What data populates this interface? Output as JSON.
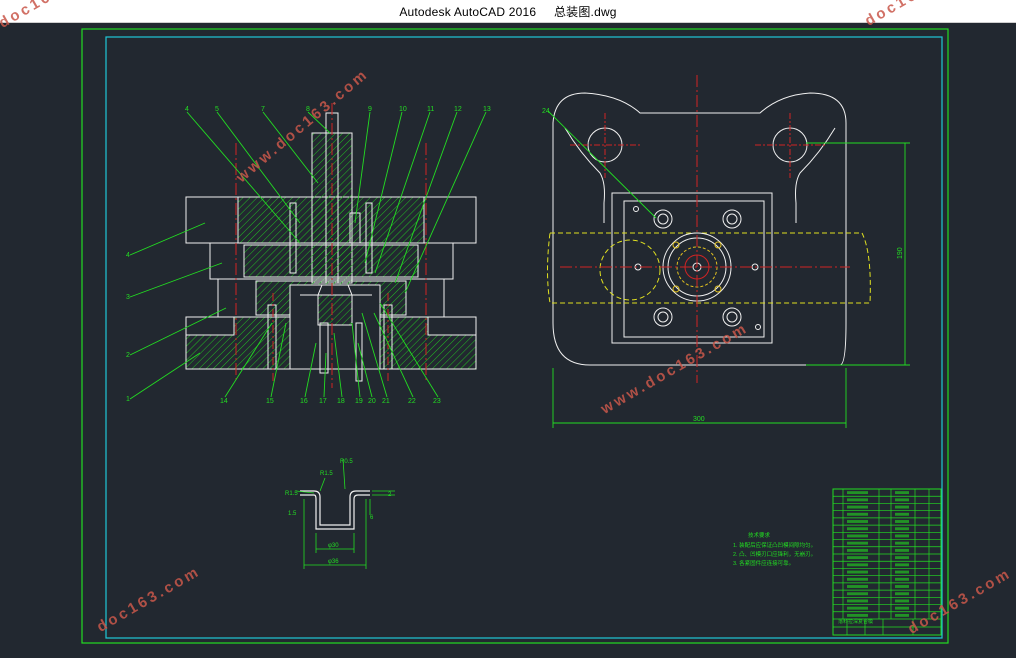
{
  "window": {
    "title": "Autodesk AutoCAD 2016     总装图.dwg"
  },
  "watermark": {
    "text": "www.doc163.com",
    "short": "doc163.com",
    "color": "#c9584b"
  },
  "colors": {
    "background": "#222830",
    "outer_border": "#22dd22",
    "inner_border": "#20c8d8",
    "geometry": "#f0f0f0",
    "hatch": "#22c022",
    "centerline": "#d02424",
    "leader": "#22dd22",
    "hidden": "#e0e020",
    "hole_yellow": "#e0c020"
  },
  "assembly_drawing": {
    "balloons_top": [
      "4",
      "5",
      "7",
      "8",
      "9",
      "10",
      "11",
      "12",
      "13"
    ],
    "balloons_left": [
      "4",
      "3",
      "2",
      "1"
    ],
    "balloons_bottom": [
      "14",
      "15",
      "16",
      "17",
      "18",
      "19",
      "20",
      "21",
      "22",
      "23"
    ]
  },
  "plan_view": {
    "balloon": "24",
    "dim_width": "300",
    "dim_height": "190"
  },
  "part_detail": {
    "labels": [
      "R1.5",
      "R0.5",
      "R1.5",
      "1.5",
      "2",
      "6",
      "φ30",
      "φ36"
    ]
  },
  "technical_requirements": {
    "title": "技术要求",
    "items": [
      "1. 装配后应保证凸凹模间隙均匀。",
      "2. 凸、凹模刃口应锋利，无崩刃。",
      "3. 各紧固件应连接可靠。"
    ]
  },
  "bom_table": {
    "rows": 18,
    "title_block": "落料拉深复合模"
  }
}
